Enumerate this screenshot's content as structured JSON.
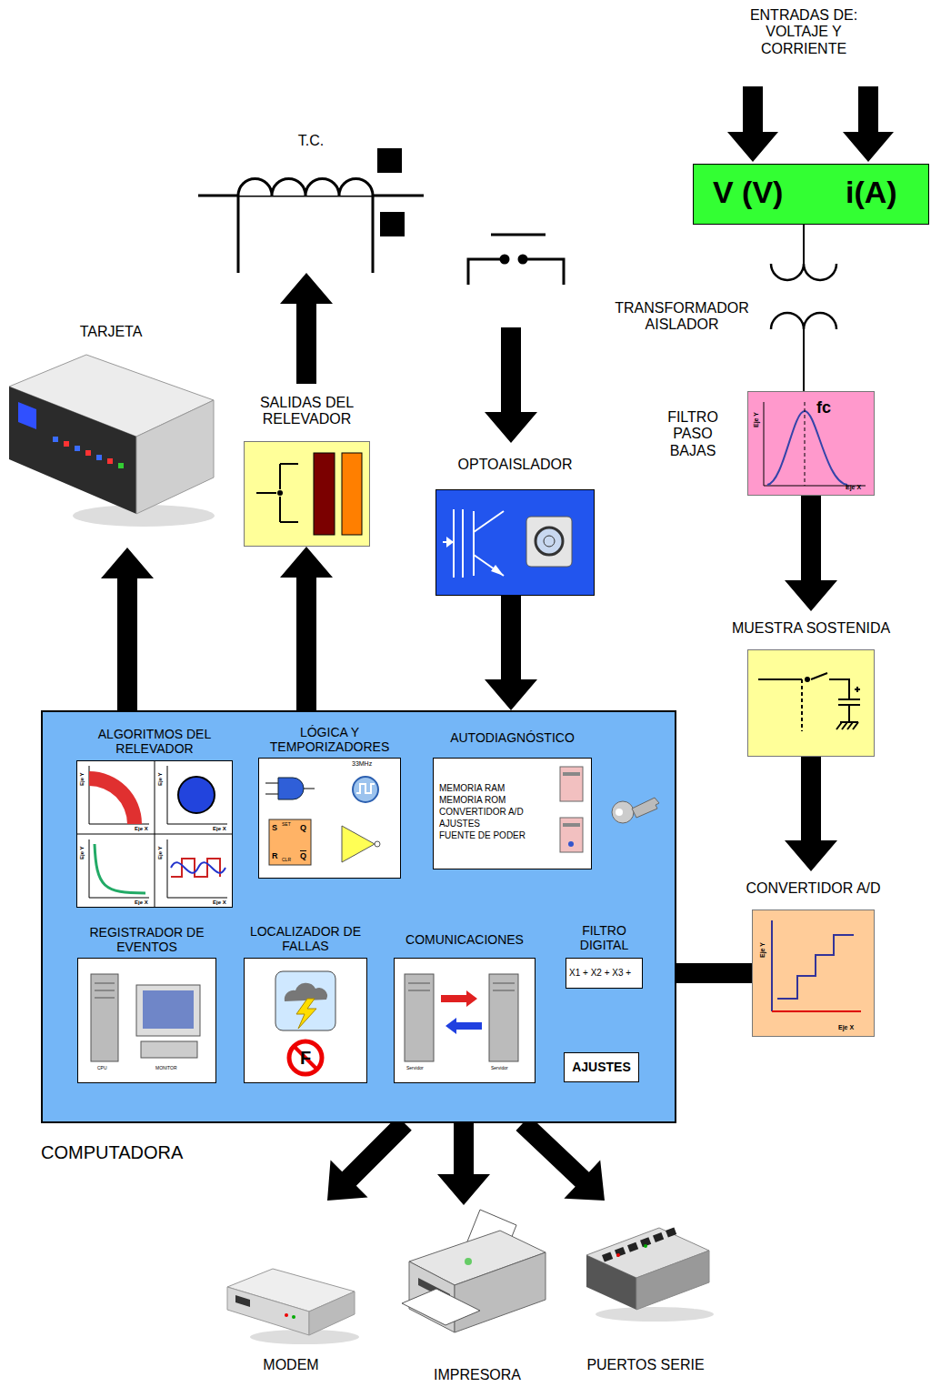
{
  "diagram": {
    "nodes": [
      {
        "text": [
          "V (V)",
          "i(A)"
        ]
      },
      {
        "text": [
          "T.C."
        ]
      },
      {
        "text": [
          "TARJETA"
        ]
      },
      {
        "text": [
          "SALIDAS DEL RELEVADOR"
        ]
      },
      {
        "text": [
          "FILTRO PASO BAJAS",
          "fc",
          "Eje Y",
          "Eje X"
        ]
      },
      {
        "text": [
          "OPTOAISLADOR"
        ]
      },
      {
        "text": [
          "MUESTRA SOSTENIDA"
        ]
      },
      {
        "text": [
          "CONVERTIDOR A/D",
          "Eje Y",
          "Eje X"
        ]
      },
      {
        "text": [
          "COMPUTADORA"
        ]
      },
      {
        "text": [
          "ALGORITMOS DEL RELEVADOR",
          "Eje Y",
          "Eje X",
          "Eje Y",
          "Eje X",
          "Eje Y",
          "Eje X",
          "Eje Y",
          "Eje X"
        ],
        "in": 8
      },
      {
        "text": [
          "LÓGICA Y TEMPORIZADORES",
          "33MHz",
          "S",
          "SET",
          "Q",
          "R",
          "CLR",
          "Q"
        ],
        "in": 8
      },
      {
        "text": [
          "AUTODIAGNÓSTICO",
          "MEMORIA RAM",
          "MEMORIA ROM",
          "CONVERTIDOR A/D",
          "AJUSTES",
          "FUENTE DE PODER"
        ],
        "in": 8
      },
      {
        "text": [
          "REGISTRADOR DE EVENTOS",
          "CPU",
          "MONITOR"
        ],
        "in": 8
      },
      {
        "text": [
          "LOCALIZADOR DE FALLAS",
          "F"
        ],
        "in": 8
      },
      {
        "text": [
          "COMUNICACIONES",
          "Servidor",
          "Servidor"
        ],
        "in": 8
      },
      {
        "text": [
          "FILTRO DIGITAL",
          "X1 + X2 + X3 +"
        ],
        "in": 8
      },
      {
        "text": [
          "AJUSTES"
        ],
        "in": 8
      },
      {
        "text": [
          "MODEM"
        ]
      },
      {
        "text": [
          "IMPRESORA"
        ]
      },
      {
        "text": [
          "PUERTOS SERIE"
        ]
      }
    ],
    "edges": [
      {
        "from": 0,
        "to": 4,
        "arrow": "none"
      },
      {
        "from": 4,
        "to": 6,
        "arrow": "to"
      },
      {
        "from": 6,
        "to": 7,
        "arrow": "to"
      },
      {
        "from": 7,
        "to": 15,
        "arrow": "to"
      },
      {
        "from": 5,
        "to": 8,
        "arrow": "to"
      },
      {
        "from": 8,
        "to": 3,
        "arrow": "to"
      },
      {
        "from": 3,
        "to": 1,
        "arrow": "to"
      },
      {
        "from": 8,
        "to": 2,
        "arrow": "to"
      },
      {
        "from": 8,
        "to": 17,
        "arrow": "to"
      },
      {
        "from": 8,
        "to": 18,
        "arrow": "to"
      },
      {
        "from": 8,
        "to": 19,
        "arrow": "to"
      }
    ],
    "labels": [
      "ENTRADAS DE: VOLTAJE Y CORRIENTE",
      "TRANSFORMADOR AISLADOR"
    ]
  }
}
